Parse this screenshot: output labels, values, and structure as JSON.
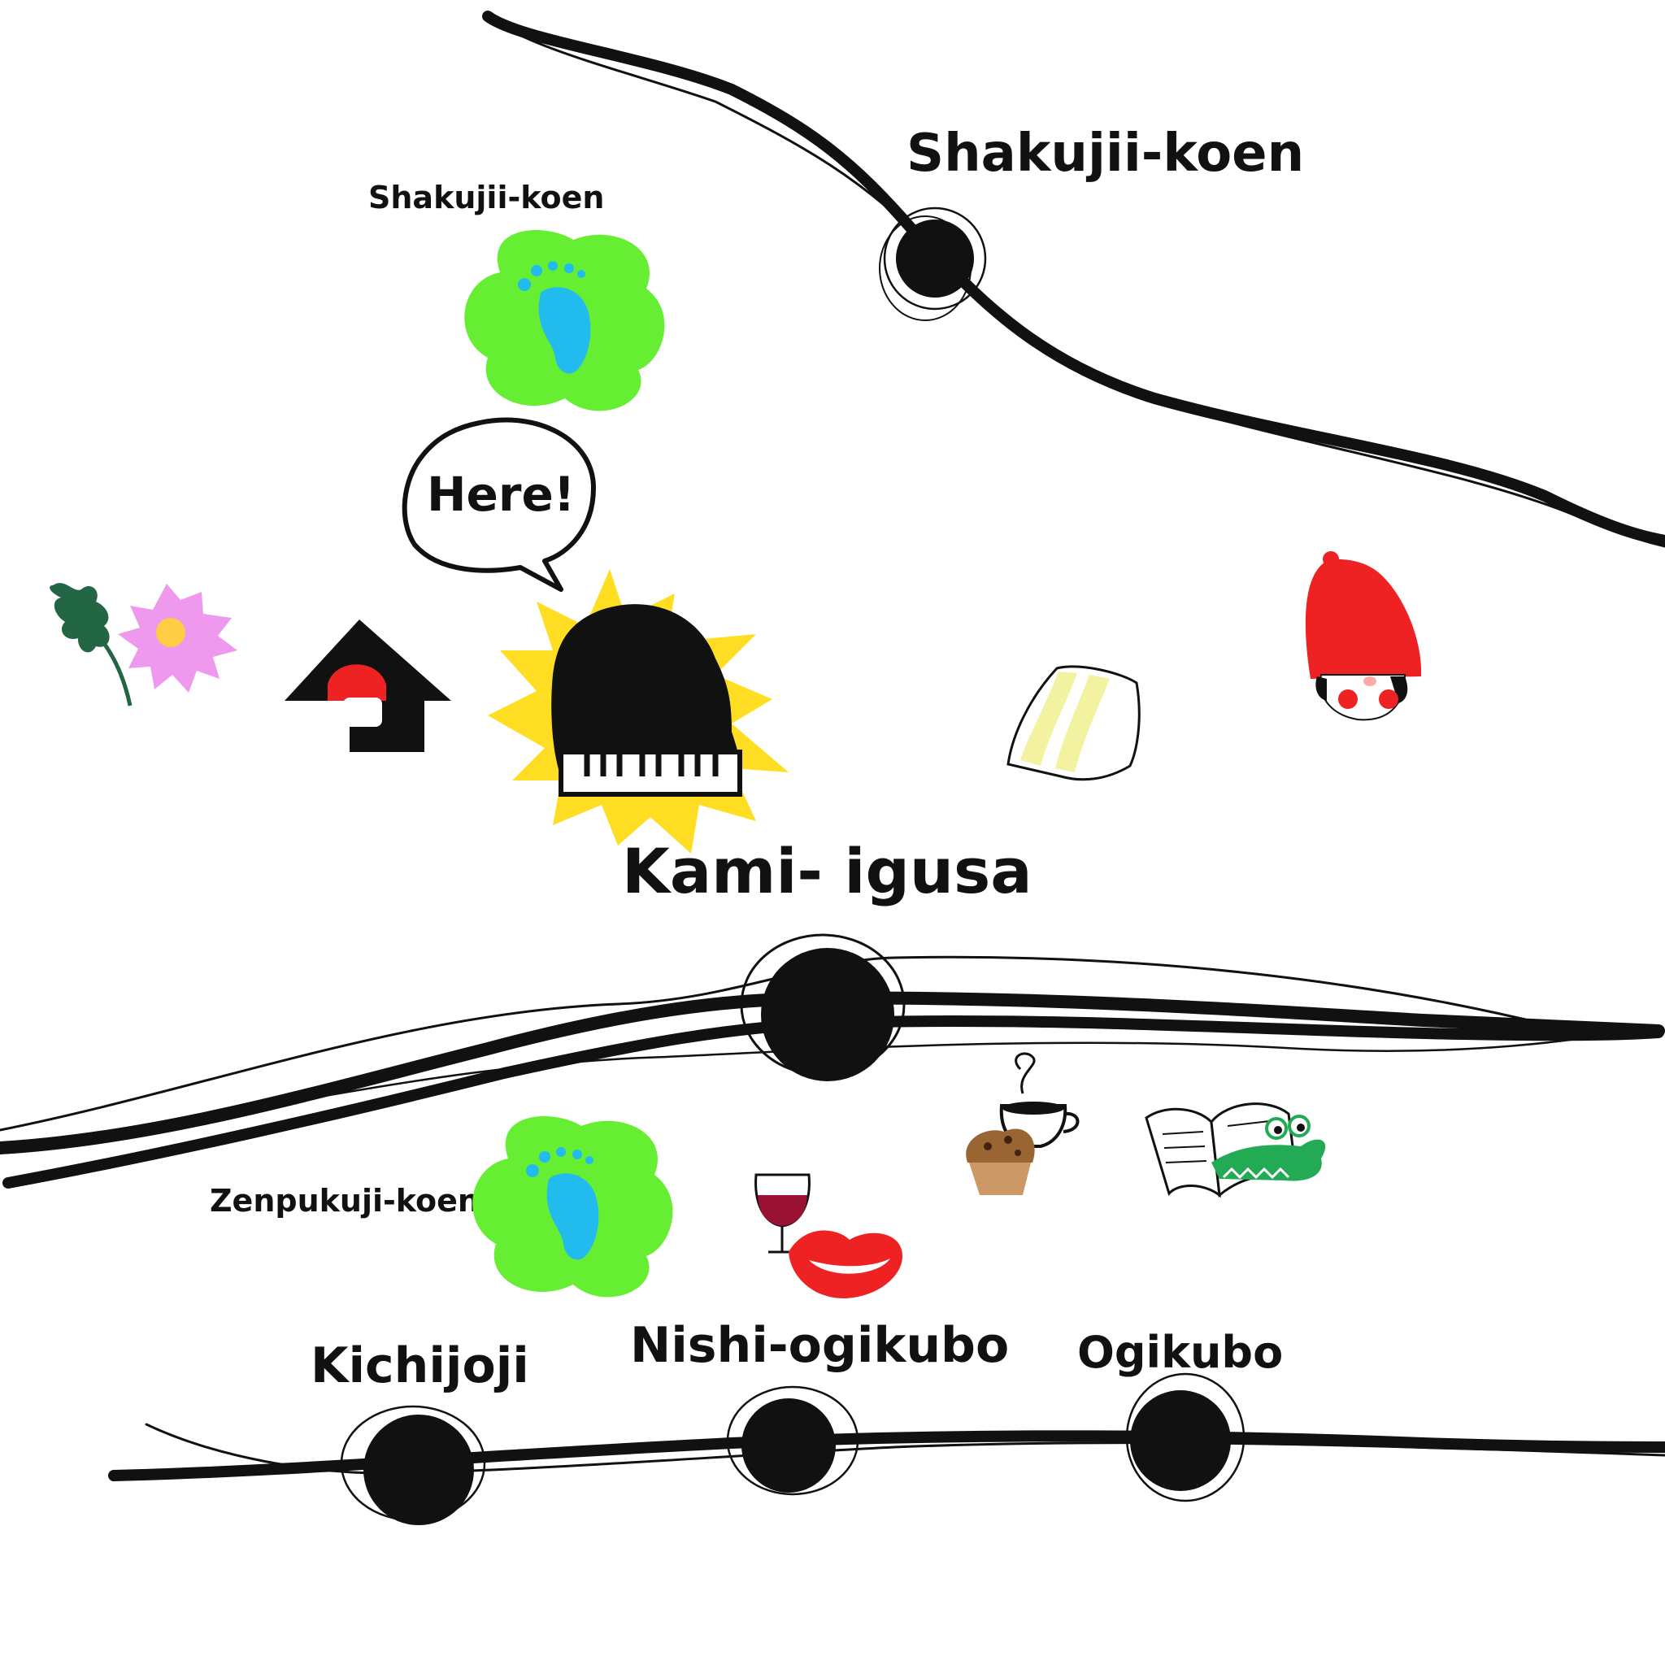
{
  "colors": {
    "ink": "#111111",
    "park_green": "#66ee33",
    "footprint_blue": "#22bbee",
    "sun_yellow": "#ffdd22",
    "hat_red": "#ee2222",
    "flower_pink": "#ee99ee",
    "leaf_green": "#226644",
    "wine": "#991133",
    "lips_red": "#ee2222",
    "muffin_brown": "#996633",
    "crocodile_green": "#22aa55",
    "sandwich_yellow": "#f2f2a0"
  },
  "stations": {
    "shakujii_koen": "Shakujii-koen",
    "kami_igusa": "Kami- igusa",
    "kichijoji": "Kichijoji",
    "nishi_ogikubo": "Nishi-ogikubo",
    "ogikubo": "Ogikubo"
  },
  "parks": {
    "shakujii_park": "Shakujii-koen",
    "zenpukuji_park": "Zenpukuji-koen"
  },
  "speech_bubble": "Here!",
  "icons": [
    "flower-icon",
    "house-icon",
    "piano-icon",
    "sandwich-icon",
    "girl-red-hat-icon",
    "footprint-park-icon",
    "coffee-cup-icon",
    "muffin-icon",
    "book-icon",
    "crocodile-icon",
    "wine-glass-icon",
    "lips-icon"
  ]
}
